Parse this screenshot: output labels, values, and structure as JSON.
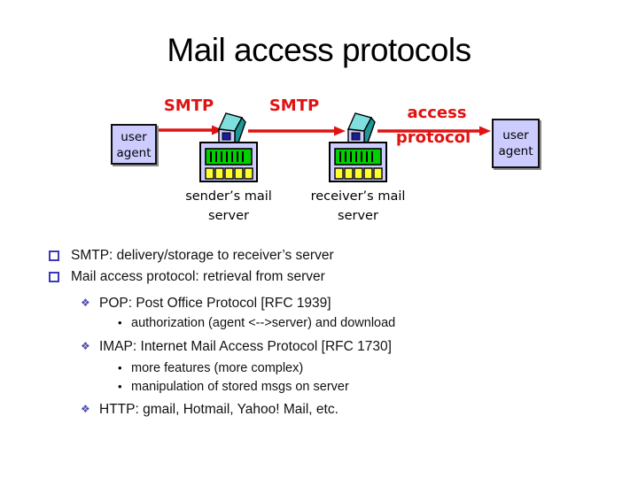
{
  "title": "Mail access protocols",
  "colors": {
    "accent_red": "#e01212",
    "box_lavender": "#ccccff",
    "bullet_square_blue": "#3a3ab8",
    "diamond_purple": "#4b4bb0",
    "server_green": "#00cf00",
    "server_yellow": "#ffff2e",
    "tower_teal_front": "#7fdede",
    "tower_teal_dark": "#1f9898",
    "tower_navy": "#1c1c99"
  },
  "diagram": {
    "user_agent_line1": "user",
    "user_agent_line2": "agent",
    "smtp_label_1": "SMTP",
    "smtp_label_2": "SMTP",
    "access_label_line1": "access",
    "access_label_line2": "protocol",
    "sender_label_line1": "sender’s mail",
    "sender_label_line2": "server",
    "receiver_label_line1": "receiver’s mail",
    "receiver_label_line2": "server"
  },
  "bullets": [
    {
      "level": 1,
      "text": "SMTP: delivery/storage to receiver’s server"
    },
    {
      "level": 1,
      "text": "Mail access protocol: retrieval from server"
    },
    {
      "level": 2,
      "text": "POP: Post Office Protocol [RFC 1939]"
    },
    {
      "level": 3,
      "text": "authorization (agent <-->server) and download"
    },
    {
      "level": 2,
      "text": "IMAP: Internet Mail Access Protocol [RFC 1730]"
    },
    {
      "level": 3,
      "text": "more features (more complex)"
    },
    {
      "level": 3,
      "text": "manipulation of stored msgs on server"
    },
    {
      "level": 2,
      "text": "HTTP: gmail, Hotmail, Yahoo! Mail, etc."
    }
  ]
}
